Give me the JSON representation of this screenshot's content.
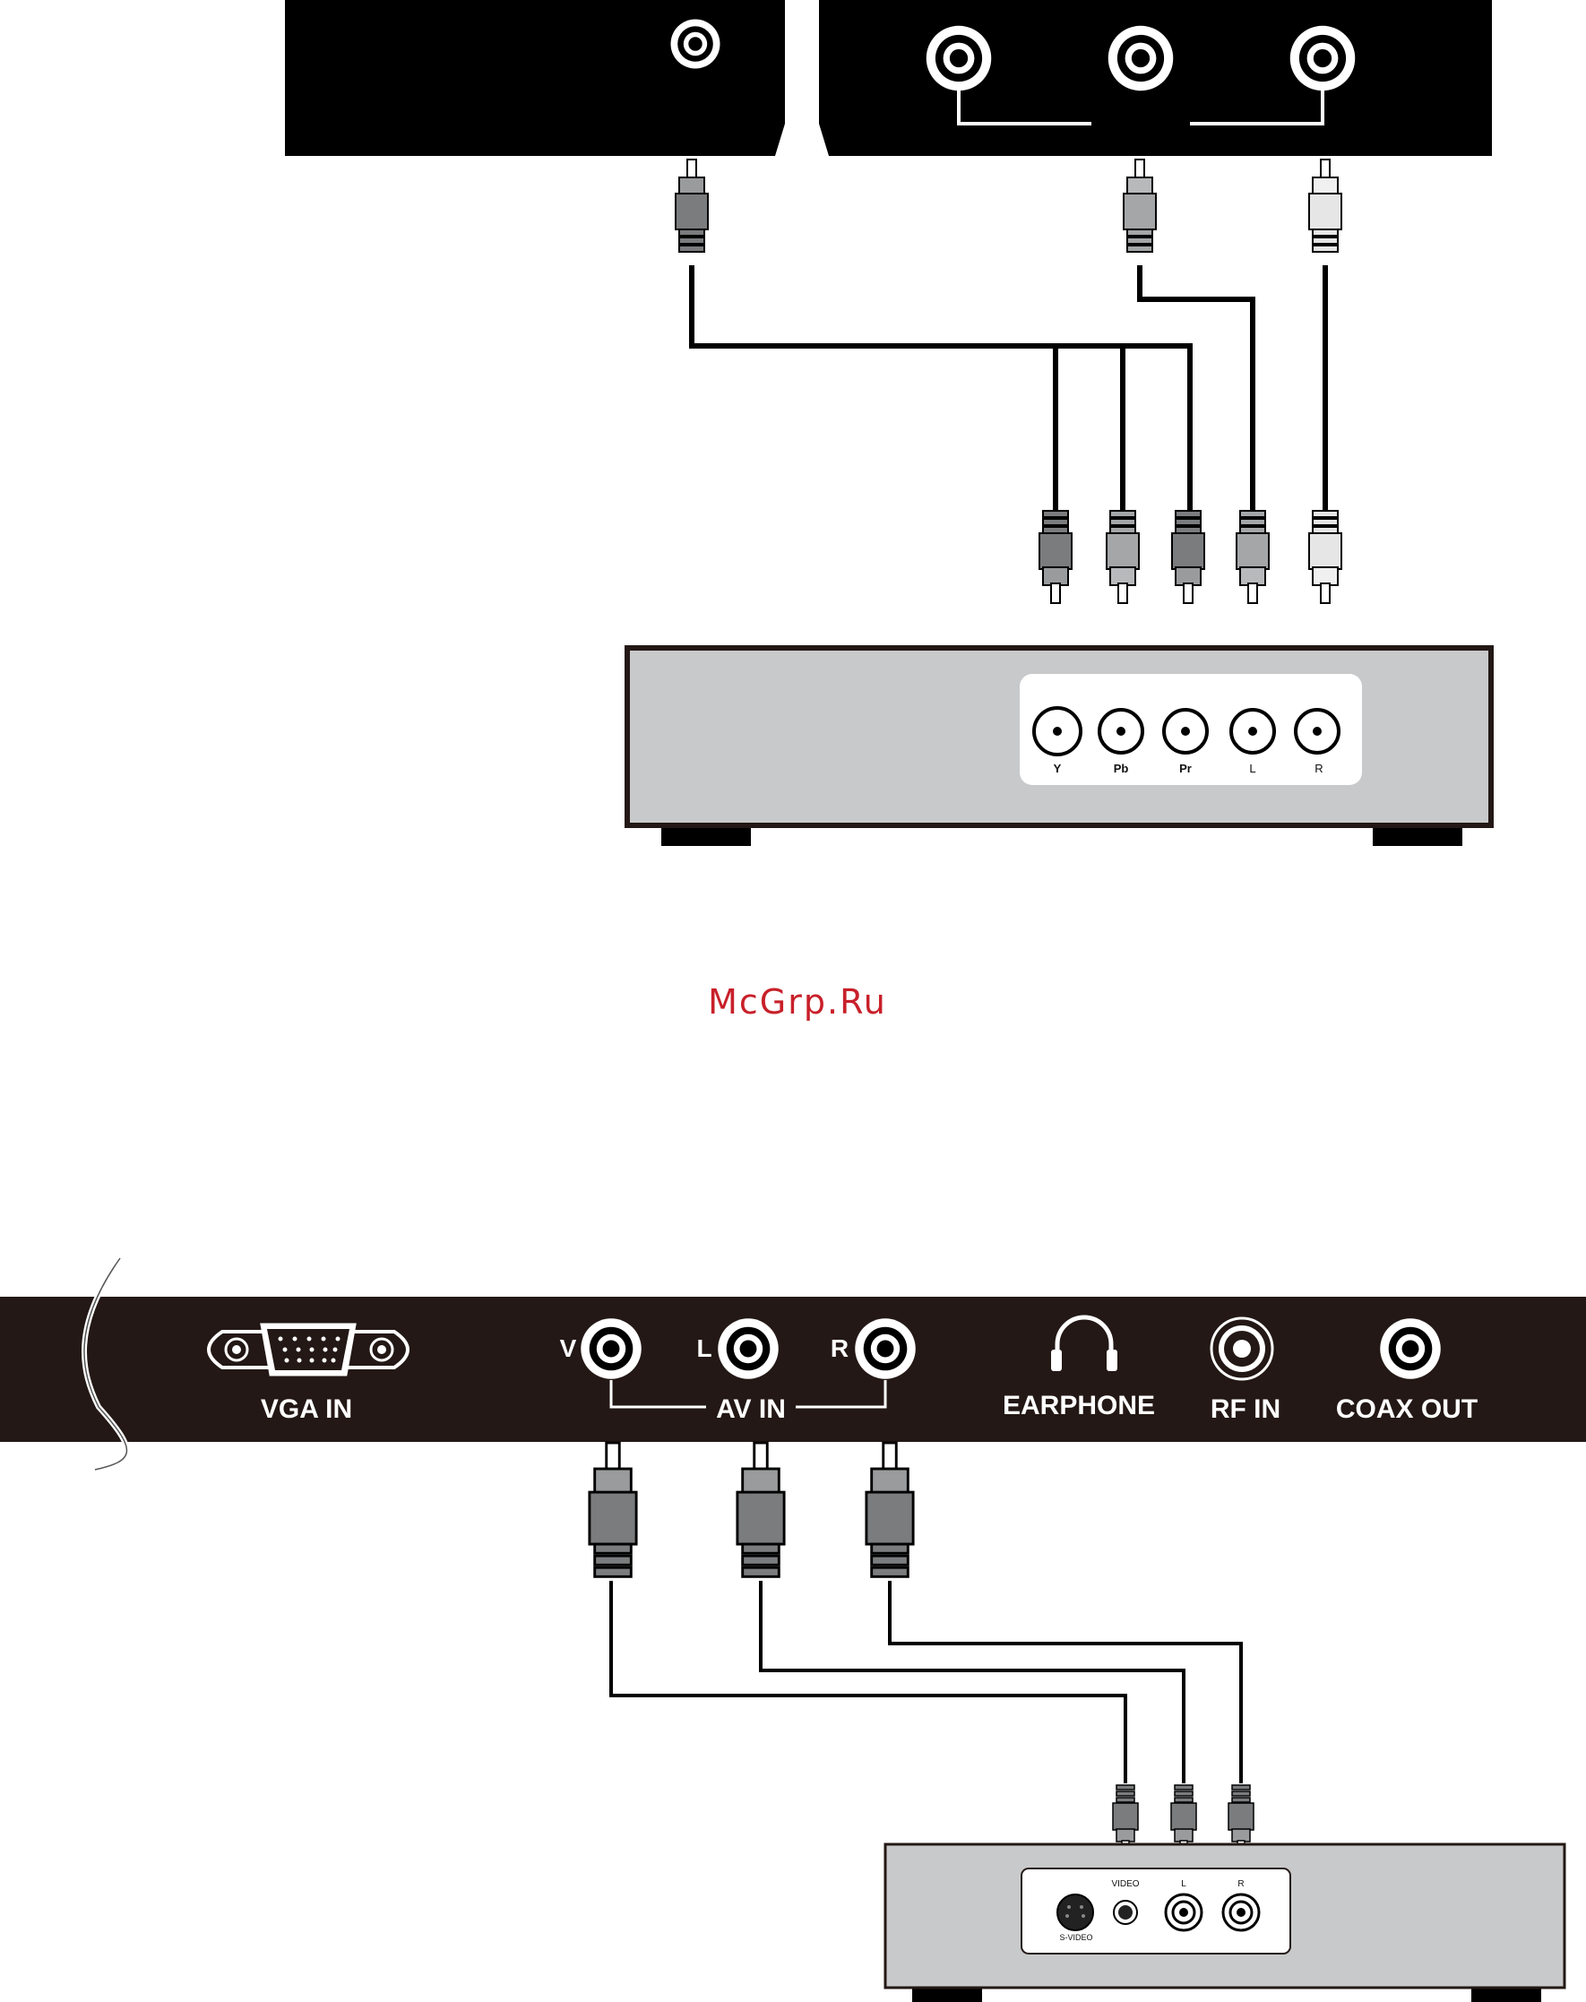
{
  "watermark": "McGrp.Ru",
  "colors": {
    "panel_dark": "#231815",
    "panel_black": "#000000",
    "device_gray": "#c8c9ca",
    "plug_dark": "#7b7c7e",
    "plug_light": "#e6e6e6",
    "watermark_red": "#c8202a"
  },
  "top_device": {
    "jack_labels": [
      "Y",
      "Pb",
      "Pr",
      "L",
      "R"
    ]
  },
  "tv_panel": {
    "vga_label": "VGA IN",
    "av_label": "AV IN",
    "v_label": "V",
    "l_label": "L",
    "r_label": "R",
    "earphone_label": "EARPHONE",
    "rf_label": "RF IN",
    "coax_label": "COAX OUT"
  },
  "bottom_device": {
    "video_label": "VIDEO",
    "l_label": "L",
    "r_label": "R",
    "svideo_label": "S-VIDEO"
  }
}
